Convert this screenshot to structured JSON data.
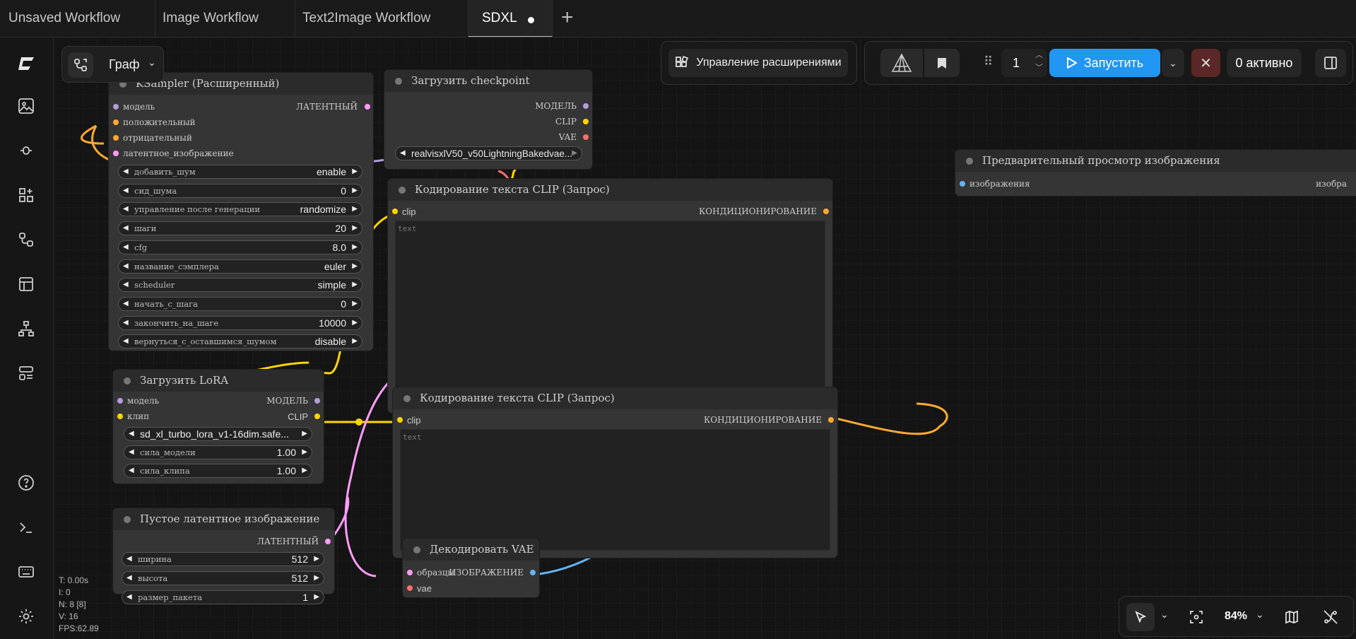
{
  "tabs": [
    {
      "label": "Unsaved Workflow"
    },
    {
      "label": "Image Workflow"
    },
    {
      "label": "Text2Image Workflow"
    },
    {
      "label": "SDXL"
    }
  ],
  "graph_label": "Граф",
  "toolbar": {
    "extensions": "Управление расширениями",
    "batch": "1",
    "run": "Запустить",
    "active": "0 активно"
  },
  "ksampler": {
    "title": "KSampler (Расширенный)",
    "inputs": [
      "модель",
      "положительный",
      "отрицательный",
      "латентное_изображение"
    ],
    "output": "ЛАТЕНТНЫЙ",
    "widgets": [
      {
        "label": "добавить_шум",
        "value": "enable"
      },
      {
        "label": "сид_шума",
        "value": "0"
      },
      {
        "label": "управление после генерации",
        "value": "randomize"
      },
      {
        "label": "шаги",
        "value": "20"
      },
      {
        "label": "cfg",
        "value": "8.0"
      },
      {
        "label": "название_сэмплера",
        "value": "euler"
      },
      {
        "label": "scheduler",
        "value": "simple"
      },
      {
        "label": "начать_с_шага",
        "value": "0"
      },
      {
        "label": "закончить_на_шаге",
        "value": "10000"
      },
      {
        "label": "вернуться_с_оставшимся_шумом",
        "value": "disable"
      }
    ]
  },
  "checkpoint": {
    "title": "Загрузить checkpoint",
    "outputs": [
      "МОДЕЛЬ",
      "CLIP",
      "VAE"
    ],
    "ckpt": "realvisxlV50_v50LightningBakedvae..."
  },
  "clip1": {
    "title": "Кодирование текста CLIP (Запрос)",
    "input": "clip",
    "output": "КОНДИЦИОНИРОВАНИЕ",
    "placeholder": "text"
  },
  "clip2": {
    "title": "Кодирование текста CLIP (Запрос)",
    "input": "clip",
    "output": "КОНДИЦИОНИРОВАНИЕ",
    "placeholder": "text"
  },
  "preview": {
    "title": "Предварительный просмотр изображения",
    "input": "изображения",
    "output": "изобра"
  },
  "lora": {
    "title": "Загрузить LoRA",
    "inputs": [
      "модель",
      "клип"
    ],
    "outputs": [
      "МОДЕЛЬ",
      "CLIP"
    ],
    "widgets": [
      {
        "label": "",
        "value": "sd_xl_turbo_lora_v1-16dim.safe..."
      },
      {
        "label": "сила_модели",
        "value": "1.00"
      },
      {
        "label": "сила_клипа",
        "value": "1.00"
      }
    ]
  },
  "latent": {
    "title": "Пустое латентное изображение",
    "output": "ЛАТЕНТНЫЙ",
    "widgets": [
      {
        "label": "ширина",
        "value": "512"
      },
      {
        "label": "высота",
        "value": "512"
      },
      {
        "label": "размер_пакета",
        "value": "1"
      }
    ]
  },
  "vaedecode": {
    "title": "Декодировать VAE",
    "inputs": [
      "образцы",
      "vae"
    ],
    "output": "ИЗОБРАЖЕНИЕ"
  },
  "stats": {
    "t": "T: 0.00s",
    "i": "I: 0",
    "n": "N: 8 [8]",
    "v": "V: 16",
    "fps": "FPS:62.89"
  },
  "zoom": "84%",
  "colors": {
    "model": "#b39ddb",
    "clip": "#ffd500",
    "vae": "#ff6e6e",
    "latent": "#ff9cf9",
    "cond": "#ffa931",
    "image": "#64b5f6",
    "run": "#2196f3"
  }
}
